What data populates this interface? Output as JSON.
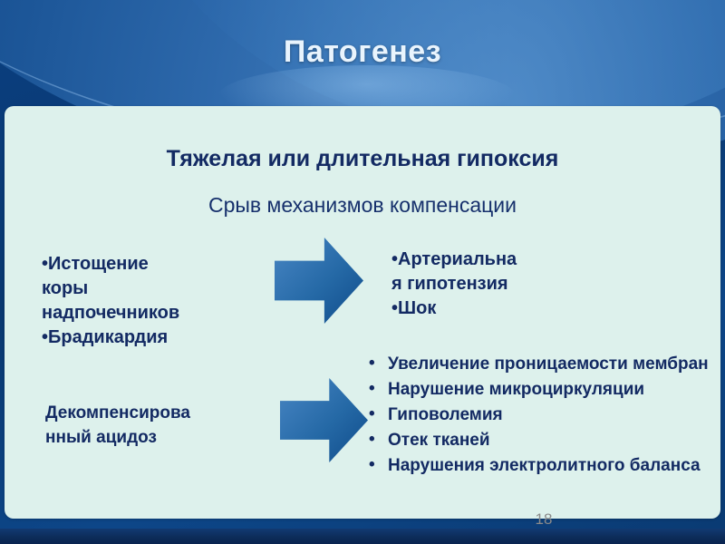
{
  "slide": {
    "title": "Патогенез",
    "page_number": "18",
    "colors": {
      "header_navy": "#0a3a72",
      "header_arc_blue": "#2f6bae",
      "panel_mint": "#ddf1ec",
      "text_navy": "#132a63",
      "title_white": "#e9f4fd",
      "arrow_blue_light": "#4a86c0",
      "arrow_blue_dark": "#11487f",
      "page_number_gray": "#8a8a8a",
      "bottom_band_navy": "#0c2b58"
    }
  },
  "content": {
    "heading_primary": "Тяжелая или длительная гипоксия",
    "heading_secondary": "Срыв механизмов компенсации",
    "left_column": {
      "block_top": "•Истощение коры надпочечников\n•Брадикардия",
      "block_top_lines": [
        "•Истощение",
        "коры",
        "надпочечников",
        "•Брадикардия"
      ],
      "block_bottom": "Декомпенсирова нный ацидоз",
      "block_bottom_lines": [
        "Декомпенсирова",
        "нный ацидоз"
      ]
    },
    "right_column": {
      "block_top": "•Артериальна я гипотензия\n•Шок",
      "block_top_lines": [
        "•Артериальна",
        "я гипотензия",
        "•Шок"
      ],
      "block_bottom_items": [
        "Увеличение проницаемости мембран",
        " Нарушение микроциркуляции",
        "Гиповолемия",
        "Отек тканей",
        "Нарушения электролитного баланса"
      ]
    },
    "arrows": [
      {
        "name": "arrow-top",
        "direction": "right"
      },
      {
        "name": "arrow-bottom",
        "direction": "right"
      }
    ]
  }
}
